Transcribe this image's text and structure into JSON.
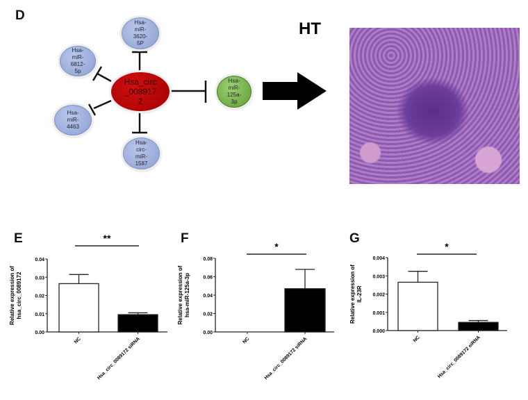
{
  "panels": {
    "d": "D",
    "e": "E",
    "f": "F",
    "g": "G"
  },
  "diagram": {
    "center": "Hsa_circ\n_008917\n2",
    "nodes": [
      {
        "label": "Hsa-\nmiR-\n3620-\n5P",
        "color": "blue"
      },
      {
        "label": "Hsa-\nmiR-\n6812-\n5p",
        "color": "blue"
      },
      {
        "label": "Hsa-\nmiR-\n4463",
        "color": "blue"
      },
      {
        "label": "Hsa-\ncirc-\nmiR-\n1587",
        "color": "blue"
      },
      {
        "label": "Hsa-\nmiR-\n125a-\n3p",
        "color": "green"
      }
    ],
    "result_label": "HT"
  },
  "chart_data": [
    {
      "type": "bar",
      "panel": "E",
      "categories": [
        "NC",
        "Hsa_circ_0089172 siRNA"
      ],
      "values": [
        0.0265,
        0.0095
      ],
      "errors": [
        0.005,
        0.001
      ],
      "fill": [
        "#ffffff",
        "#000000"
      ],
      "ylabel": "Relative expression of\nhsa_circ_0089172",
      "ylim": [
        0,
        0.04
      ],
      "yticks": [
        "0.00",
        "0.01",
        "0.02",
        "0.03",
        "0.04"
      ],
      "significance": "**"
    },
    {
      "type": "bar",
      "panel": "F",
      "categories": [
        "NC",
        "Hsa_circ_0089172 siRNA"
      ],
      "values": [
        0,
        0.047
      ],
      "errors": [
        0,
        0.021
      ],
      "fill": [
        "#ffffff",
        "#000000"
      ],
      "ylabel": "Relative expression of\nhsa-miR-125a-3p",
      "ylim": [
        0,
        0.08
      ],
      "yticks": [
        "0.00",
        "0.02",
        "0.04",
        "0.06",
        "0.08"
      ],
      "significance": "*"
    },
    {
      "type": "bar",
      "panel": "G",
      "categories": [
        "NC",
        "Hsa_circ_0089172 siRNA"
      ],
      "values": [
        0.00265,
        0.00045
      ],
      "errors": [
        0.0006,
        0.0001
      ],
      "fill": [
        "#ffffff",
        "#000000"
      ],
      "ylabel": "Relative expression of\nIL-23R",
      "ylim": [
        0,
        0.004
      ],
      "yticks": [
        "0.000",
        "0.001",
        "0.002",
        "0.003",
        "0.004"
      ],
      "significance": "*"
    }
  ]
}
